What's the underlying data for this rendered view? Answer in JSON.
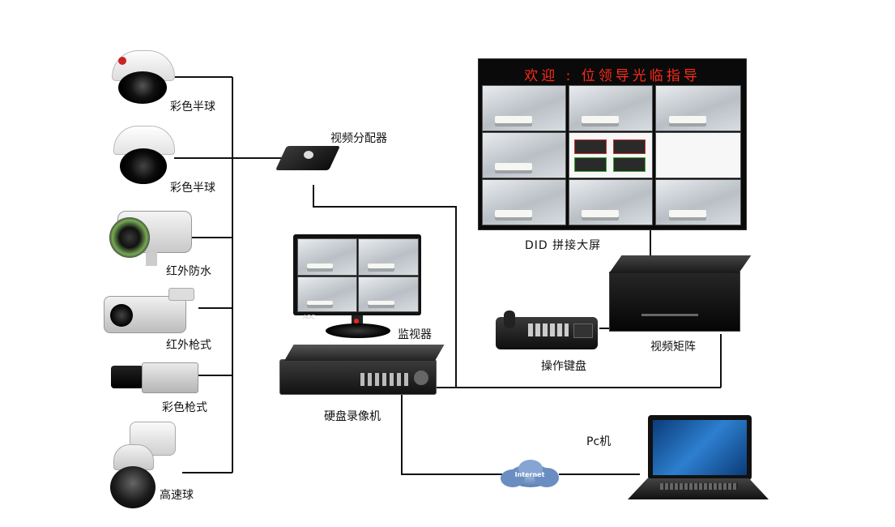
{
  "labels": {
    "cam1": "彩色半球",
    "cam2": "彩色半球",
    "cam3": "红外防水",
    "cam4": "红外枪式",
    "cam5": "彩色枪式",
    "cam6": "高速球",
    "splitter": "视频分配器",
    "big_screen": "DID 拼接大屏",
    "matrix": "视频矩阵",
    "keyboard": "操作键盘",
    "monitor": "监视器",
    "dvr": "硬盘录像机",
    "pc": "Pc机"
  },
  "screen_banner": "欢迎 : 位领导光临指导",
  "cloud_label": "Internet",
  "monitor_badge": "AOC"
}
